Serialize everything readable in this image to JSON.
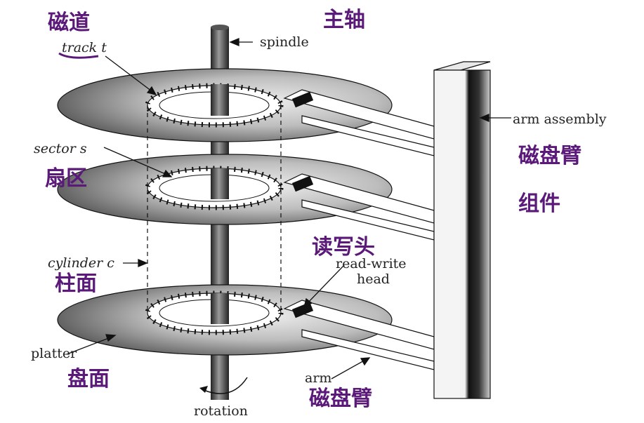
{
  "labels": {
    "track": "track t",
    "spindle": "spindle",
    "arm_assembly": "arm assembly",
    "sector": "sector s",
    "cylinder": "cylinder c",
    "read_write_line1": "read-write",
    "read_write_line2": "head",
    "platter": "platter",
    "arm": "arm",
    "rotation": "rotation"
  },
  "annotations": {
    "track_cn": "磁道",
    "spindle_cn": "主轴",
    "arm_assembly_cn_line1": "磁盘臂",
    "arm_assembly_cn_line2": "组件",
    "sector_cn": "扇区",
    "cylinder_cn": "柱面",
    "read_write_cn": "读写头",
    "platter_cn": "盘面",
    "arm_cn": "磁盘臂"
  },
  "colors": {
    "annotation_ink": "#5b1a7a",
    "platter_dark": "#3a3a3a",
    "platter_light": "#d8d8d8"
  }
}
